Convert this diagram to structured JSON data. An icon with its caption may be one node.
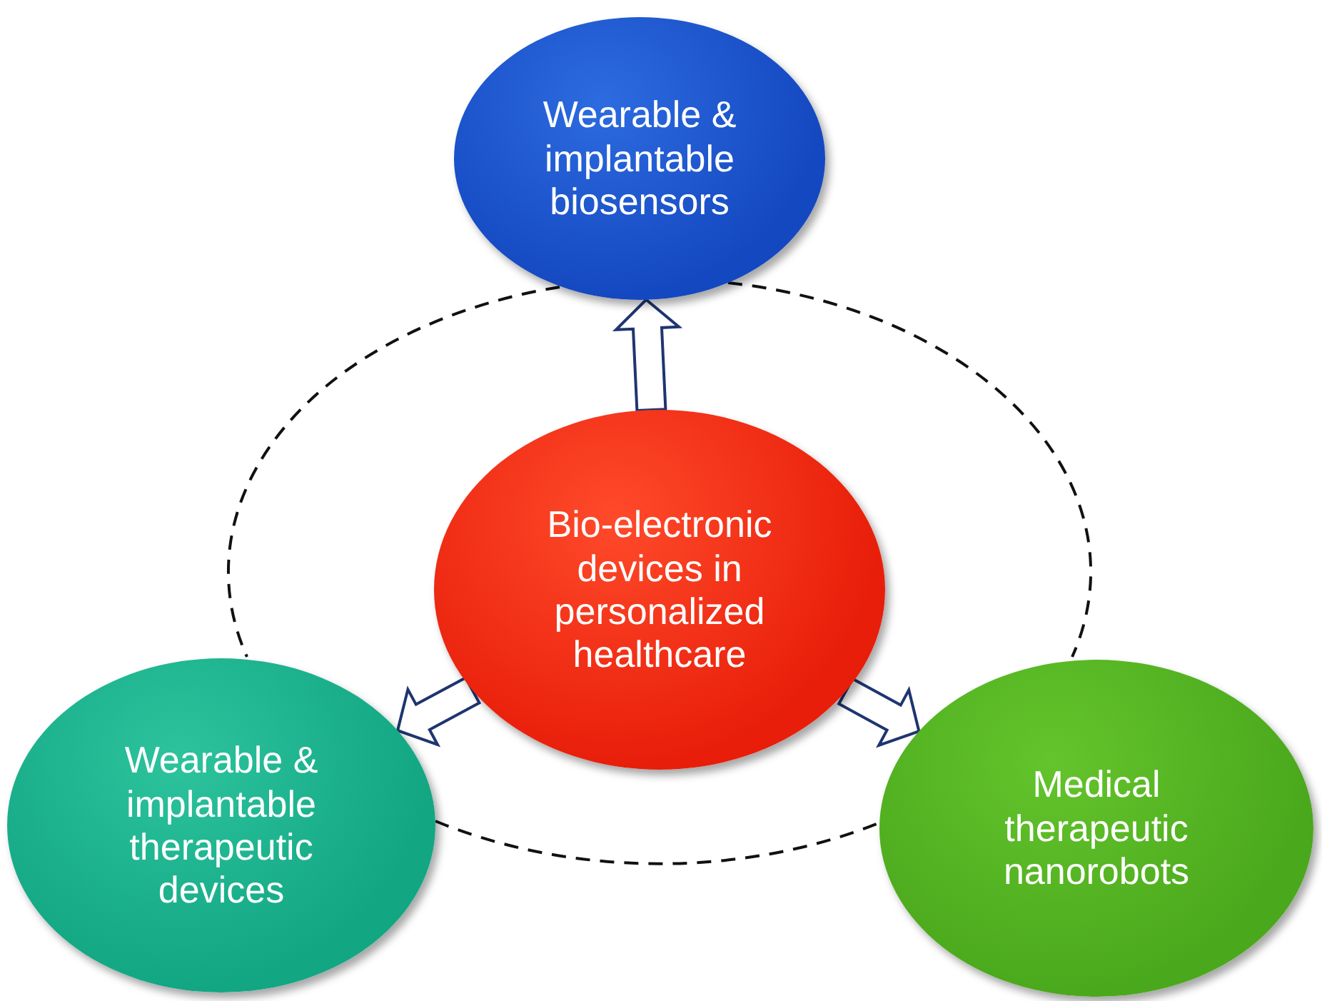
{
  "diagram": {
    "nodes": [
      {
        "text": [
          "Bio-electronic devices in personalized healthcare"
        ]
      },
      {
        "text": [
          "Wearable & implantable biosensors"
        ]
      },
      {
        "text": [
          "Wearable & implantable therapeutic devices"
        ]
      },
      {
        "text": [
          "Medical therapeutic nanorobots"
        ]
      }
    ],
    "edges": [
      {
        "from": 0,
        "to": 1,
        "arrow": "to"
      },
      {
        "from": 0,
        "to": 2,
        "arrow": "to"
      },
      {
        "from": 0,
        "to": 3,
        "arrow": "to"
      },
      {
        "from": 1,
        "to": 2,
        "arrow": "none",
        "style": "dashed"
      },
      {
        "from": 1,
        "to": 3,
        "arrow": "none",
        "style": "dashed"
      },
      {
        "from": 2,
        "to": 3,
        "arrow": "none",
        "style": "dashed"
      }
    ]
  }
}
